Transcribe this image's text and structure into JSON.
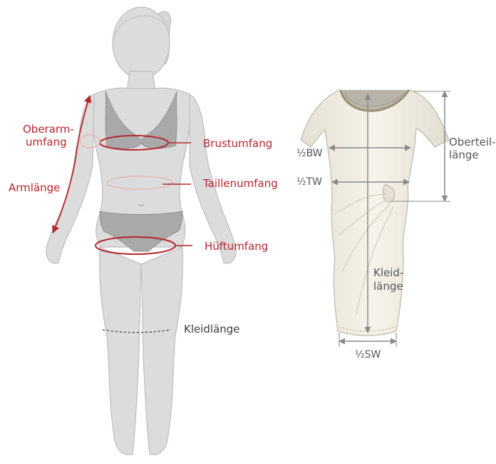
{
  "colors": {
    "measure_red": "#b5262e",
    "garment_arrow": "#8a8a8a",
    "figure": "#dcdcdc",
    "underwear": "#a9a9a9",
    "dress": "#f2efe6"
  },
  "body_labels": {
    "oberarm_line1": "Oberarm-",
    "oberarm_line2": "umfang",
    "armlaenge": "Armlänge",
    "brustumfang": "Brustumfang",
    "taillenumfang": "Taillenumfang",
    "hueftumfang": "Hüftumfang",
    "kleidlaenge": "Kleidlänge"
  },
  "dress_labels": {
    "oberteil_line1": "Oberteil-",
    "oberteil_line2": "länge",
    "half_bw": "½BW",
    "half_tw": "½TW",
    "kleid_line1": "Kleid-",
    "kleid_line2": "länge",
    "half_sw": "½SW"
  }
}
